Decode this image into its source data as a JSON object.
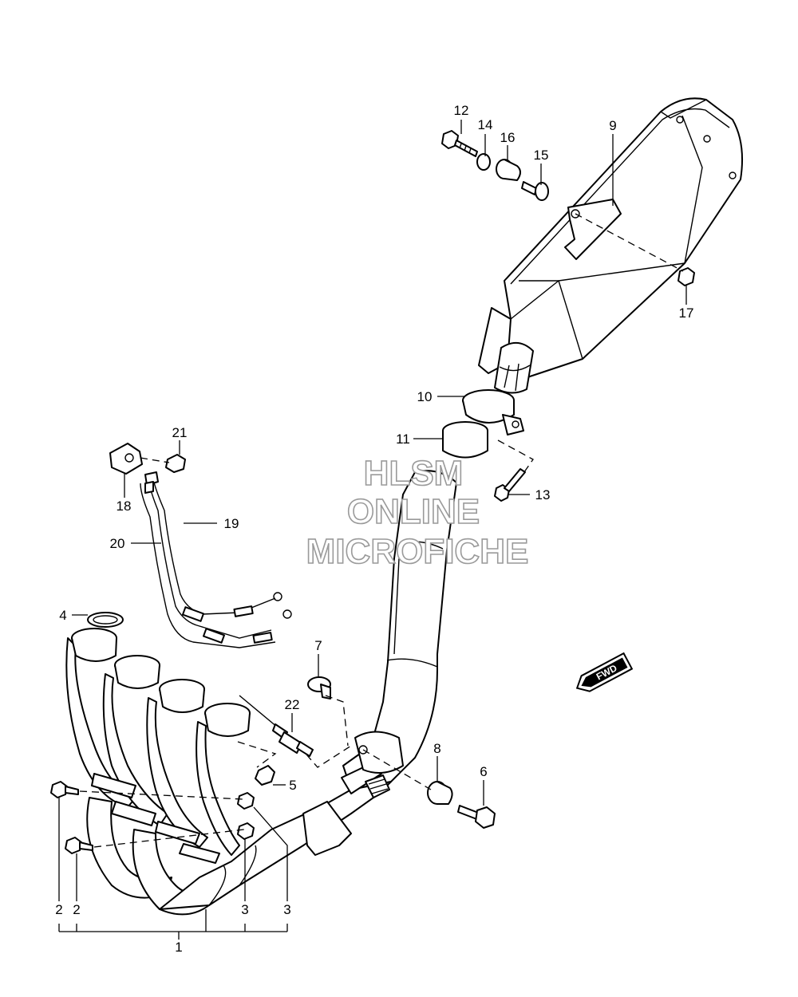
{
  "diagram": {
    "parts": [
      {
        "id": "1",
        "label": "1"
      },
      {
        "id": "2a",
        "label": "2"
      },
      {
        "id": "2b",
        "label": "2"
      },
      {
        "id": "3a",
        "label": "3"
      },
      {
        "id": "3b",
        "label": "3"
      },
      {
        "id": "4",
        "label": "4"
      },
      {
        "id": "5",
        "label": "5"
      },
      {
        "id": "6",
        "label": "6"
      },
      {
        "id": "7",
        "label": "7"
      },
      {
        "id": "8",
        "label": "8"
      },
      {
        "id": "9",
        "label": "9"
      },
      {
        "id": "10",
        "label": "10"
      },
      {
        "id": "11",
        "label": "11"
      },
      {
        "id": "12",
        "label": "12"
      },
      {
        "id": "13",
        "label": "13"
      },
      {
        "id": "14",
        "label": "14"
      },
      {
        "id": "15",
        "label": "15"
      },
      {
        "id": "16",
        "label": "16"
      },
      {
        "id": "17",
        "label": "17"
      },
      {
        "id": "18",
        "label": "18"
      },
      {
        "id": "19",
        "label": "19"
      },
      {
        "id": "20",
        "label": "20"
      },
      {
        "id": "21",
        "label": "21"
      },
      {
        "id": "22",
        "label": "22"
      }
    ],
    "watermark": {
      "line1": "HLSM",
      "line2": "ONLINE",
      "line3": "MICROFICHE"
    },
    "fwd_badge": "FWD"
  }
}
